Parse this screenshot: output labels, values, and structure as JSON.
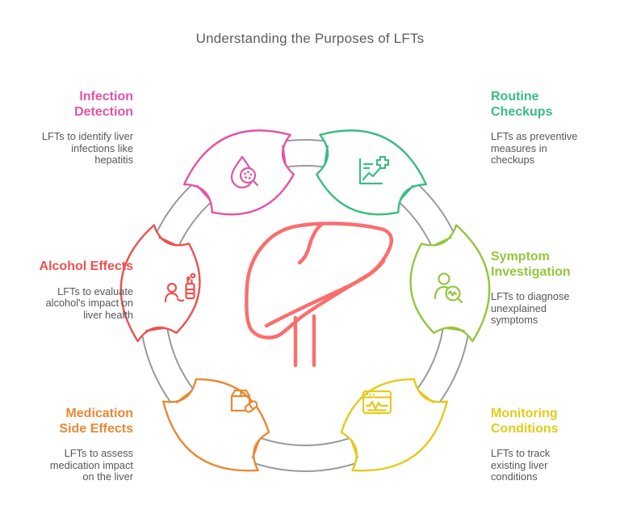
{
  "title": "Understanding the Purposes of LFTs",
  "title_color": "#5d5e60",
  "body_text_color": "#56575b",
  "ring_color": "#9a9a9a",
  "center": {
    "illustration": "liver-icon",
    "color": "#fb6d6d"
  },
  "nodes": [
    {
      "id": "infection-detection",
      "position": "top-left",
      "heading": "Infection\nDetection",
      "body": "LFTs to identify liver\ninfections like\nhepatitis",
      "color": "#e254a7",
      "icon": "droplet-germ-magnifier-icon"
    },
    {
      "id": "routine-checkups",
      "position": "top-right",
      "heading": "Routine\nCheckups",
      "body": "LFTs as preventive\nmeasures in\ncheckups",
      "color": "#3abd80",
      "icon": "chart-medical-cross-icon"
    },
    {
      "id": "symptom-investigation",
      "position": "right",
      "heading": "Symptom\nInvestigation",
      "body": "LFTs to diagnose\nunexplained\nsymptoms",
      "color": "#93c73c",
      "icon": "patient-magnifier-icon"
    },
    {
      "id": "monitoring-conditions",
      "position": "bottom-right",
      "heading": "Monitoring\nConditions",
      "body": "LFTs to track\nexisting liver\nconditions",
      "color": "#e5ca1a",
      "icon": "monitor-pulse-icon"
    },
    {
      "id": "medication-side-effects",
      "position": "bottom-left",
      "heading": "Medication\nSide Effects",
      "body": "LFTs to assess\nmedication impact\non the liver",
      "color": "#e78936",
      "icon": "medicine-box-pill-icon"
    },
    {
      "id": "alcohol-effects",
      "position": "left",
      "heading": "Alcohol Effects",
      "body": "LFTs to evaluate\nalcohol's impact on\nliver health",
      "color": "#ed5151",
      "icon": "person-bottle-icon"
    }
  ]
}
